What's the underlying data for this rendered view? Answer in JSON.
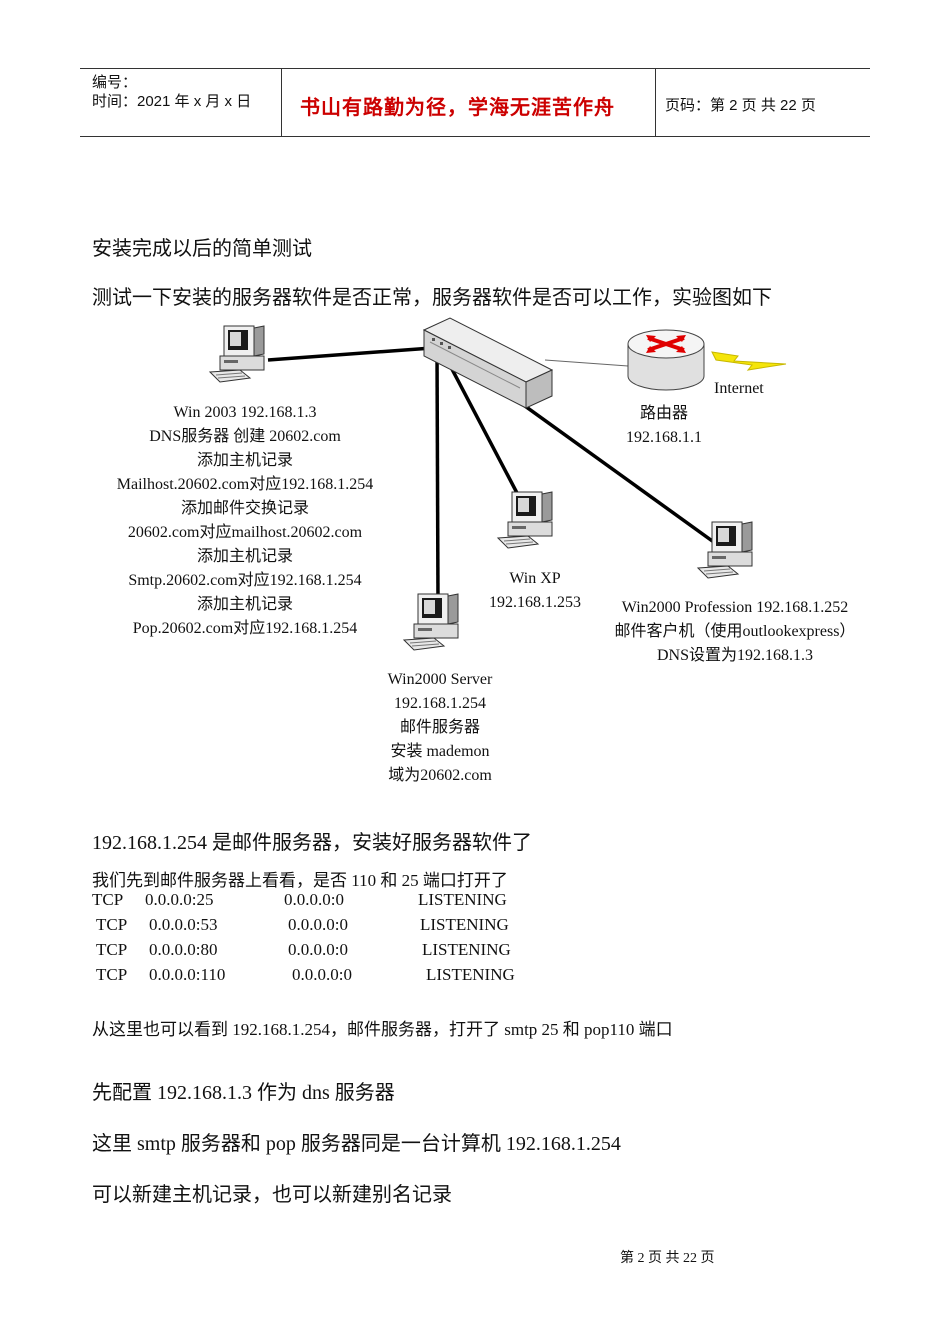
{
  "header": {
    "number_label": "编号：",
    "time_label": "时间：2021 年 x 月 x 日",
    "motto": "书山有路勤为径，学海无涯苦作舟",
    "page_info": "页码：第 2 页  共 22 页"
  },
  "body": {
    "heading1": "安装完成以后的简单测试",
    "heading2": "测试一下安装的服务器软件是否正常，服务器软件是否可以工作，实验图如下"
  },
  "diagram": {
    "internet_label": "Internet",
    "router": [
      "路由器",
      "192.168.1.1"
    ],
    "win2003": [
      "Win 2003   192.168.1.3",
      "DNS服务器   创建 20602.com",
      "添加主机记录",
      "Mailhost.20602.com对应192.168.1.254",
      "添加邮件交换记录",
      "20602.com对应mailhost.20602.com",
      "添加主机记录",
      "Smtp.20602.com对应192.168.1.254",
      "添加主机记录",
      "Pop.20602.com对应192.168.1.254"
    ],
    "winxp": [
      "Win XP",
      "192.168.1.253"
    ],
    "win2000pro": [
      "Win2000 Profession 192.168.1.252",
      "邮件客户机（使用outlookexpress）",
      "DNS设置为192.168.1.3"
    ],
    "win2000server": [
      "Win2000 Server",
      "192.168.1.254",
      "邮件服务器",
      "安装 mademon",
      "域为20602.com"
    ]
  },
  "section2": {
    "title": "192.168.1.254 是邮件服务器，安装好服务器软件了",
    "intro": "我们先到邮件服务器上看看，是否 110 和 25 端口打开了",
    "netstat": [
      {
        "proto": "TCP",
        "local": "0.0.0.0:25",
        "foreign": "0.0.0.0:0",
        "state": "LISTENING"
      },
      {
        "proto": "TCP",
        "local": "0.0.0.0:53",
        "foreign": "0.0.0.0:0",
        "state": "LISTENING"
      },
      {
        "proto": "TCP",
        "local": "0.0.0.0:80",
        "foreign": "0.0.0.0:0",
        "state": "LISTENING"
      },
      {
        "proto": "TCP",
        "local": "0.0.0.0:110",
        "foreign": "0.0.0.0:0",
        "state": "LISTENING"
      }
    ],
    "summary": "从这里也可以看到  192.168.1.254，邮件服务器，打开了 smtp 25 和 pop110 端口"
  },
  "section3": {
    "line1": "先配置  192.168.1.3 作为 dns 服务器",
    "line2": "这里 smtp 服务器和 pop 服务器同是一台计算机 192.168.1.254",
    "line3": "可以新建主机记录，也可以新建别名记录"
  },
  "footer": {
    "page": "第  2  页  共  22  页"
  }
}
